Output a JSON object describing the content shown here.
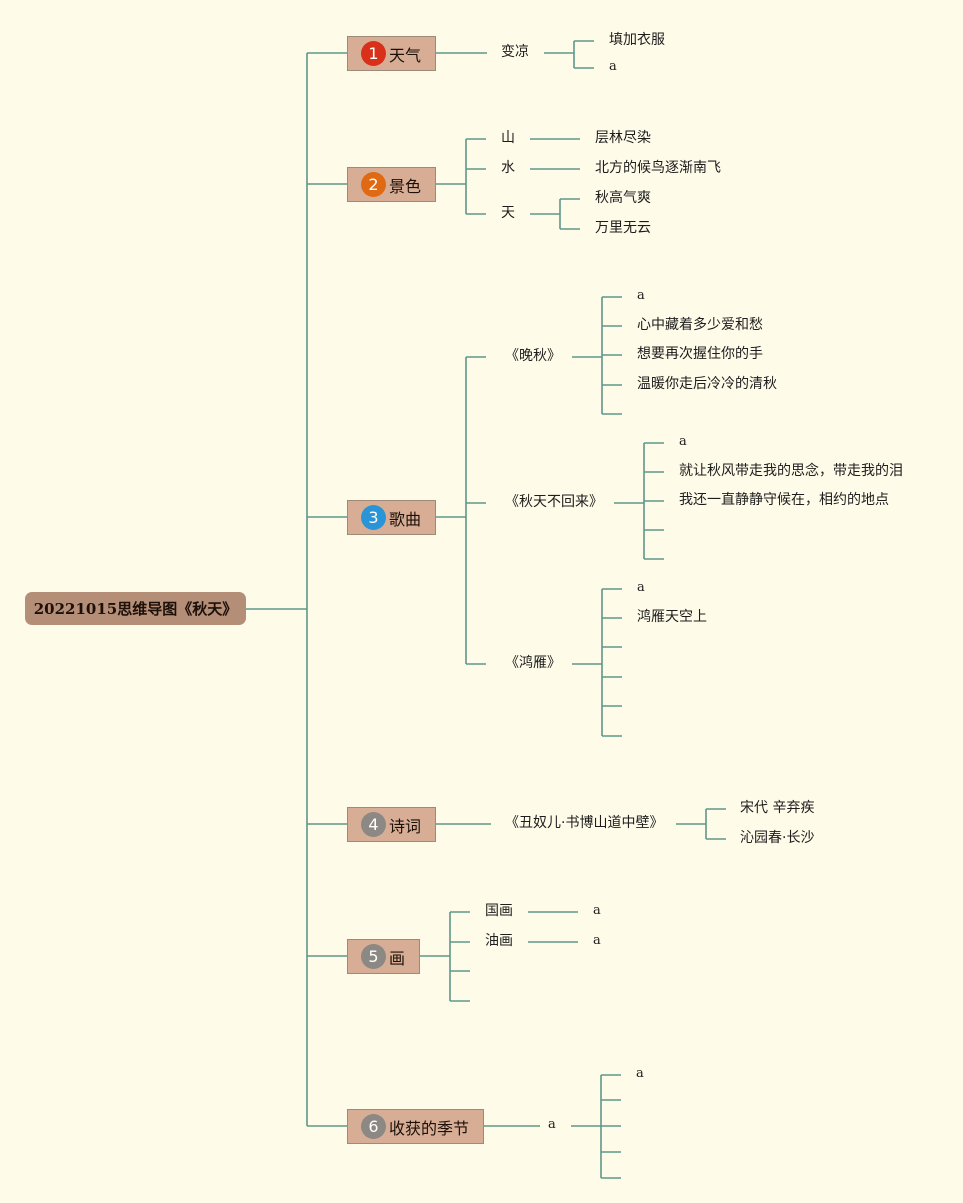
{
  "root": {
    "label": "20221015思维导图《秋天》"
  },
  "colors": {
    "background": "#fefbe9",
    "line": "#5e978b",
    "root_fill": "#b58e78",
    "branch_fill": "#d7ae95"
  },
  "branches": [
    {
      "number": "1",
      "label": "天气",
      "badge_color": "#d9301a",
      "children": [
        {
          "label": "变凉",
          "children": [
            "填加衣服",
            "a"
          ]
        }
      ]
    },
    {
      "number": "2",
      "label": "景色",
      "badge_color": "#e06a14",
      "children": [
        {
          "label": "山",
          "children": [
            "层林尽染"
          ]
        },
        {
          "label": "水",
          "children": [
            "北方的候鸟逐渐南飞"
          ]
        },
        {
          "label": "天",
          "children": [
            "秋高气爽",
            "万里无云"
          ]
        }
      ]
    },
    {
      "number": "3",
      "label": "歌曲",
      "badge_color": "#2a95d6",
      "children": [
        {
          "label": "《晚秋》",
          "children": [
            "a",
            "心中藏着多少爱和愁",
            "想要再次握住你的手",
            "温暖你走后冷冷的清秋",
            ""
          ]
        },
        {
          "label": "《秋天不回来》",
          "children": [
            "a",
            "就让秋风带走我的思念，带走我的泪",
            "我还一直静静守候在，相约的地点",
            "",
            ""
          ]
        },
        {
          "label": "《鸿雁》",
          "children": [
            "a",
            "鸿雁天空上",
            "",
            "",
            "",
            ""
          ]
        }
      ]
    },
    {
      "number": "4",
      "label": "诗词",
      "badge_color": "#8c8884",
      "children": [
        {
          "label": "《丑奴儿·书博山道中壁》",
          "children": [
            "宋代 辛弃疾",
            "沁园春·长沙"
          ]
        }
      ]
    },
    {
      "number": "5",
      "label": "画",
      "badge_color": "#8c8884",
      "children": [
        {
          "label": "国画",
          "children": [
            "a"
          ]
        },
        {
          "label": "油画",
          "children": [
            "a"
          ]
        },
        {
          "label": "",
          "children": []
        },
        {
          "label": "",
          "children": []
        }
      ]
    },
    {
      "number": "6",
      "label": "收获的季节",
      "badge_color": "#8c8884",
      "children": [
        {
          "label": "a",
          "children": [
            "a",
            "",
            "",
            "",
            ""
          ]
        }
      ]
    }
  ]
}
